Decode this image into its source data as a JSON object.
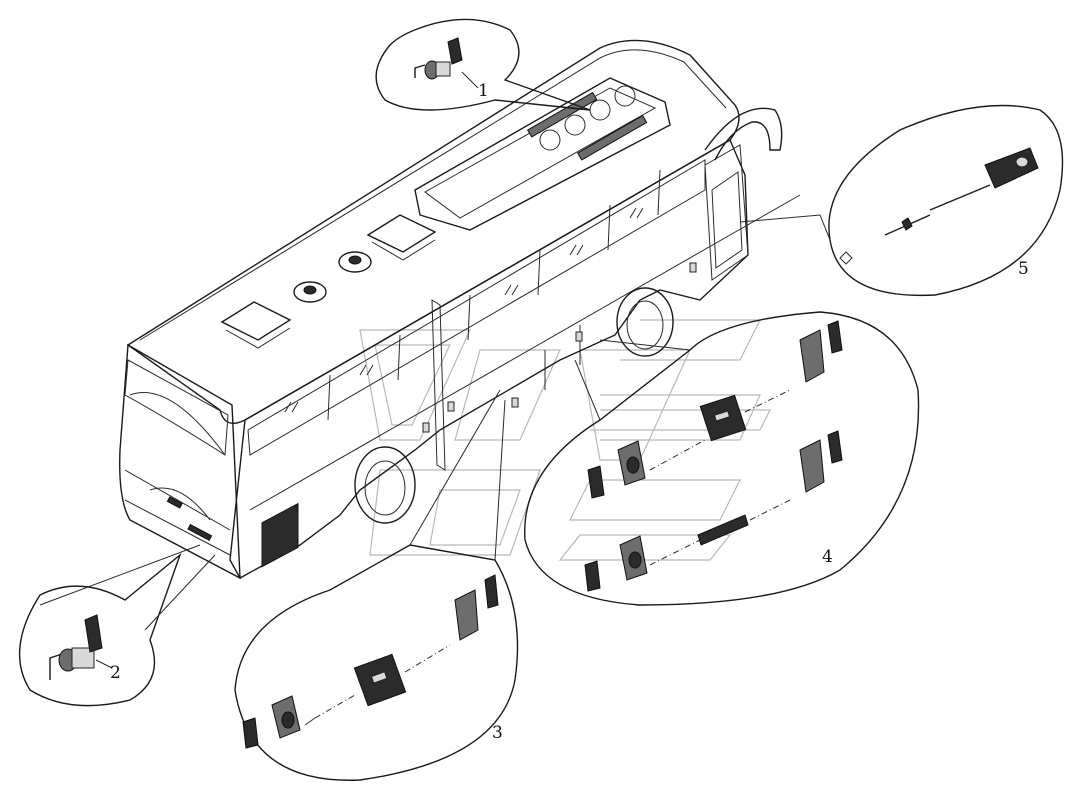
{
  "callouts": [
    {
      "id": "1",
      "label": "1"
    },
    {
      "id": "2",
      "label": "2"
    },
    {
      "id": "3",
      "label": "3"
    },
    {
      "id": "4",
      "label": "4"
    },
    {
      "id": "5",
      "label": "5"
    }
  ],
  "colors": {
    "line": "#1a1a1a",
    "watermark": "#8a8a8a",
    "background": "#ffffff"
  }
}
